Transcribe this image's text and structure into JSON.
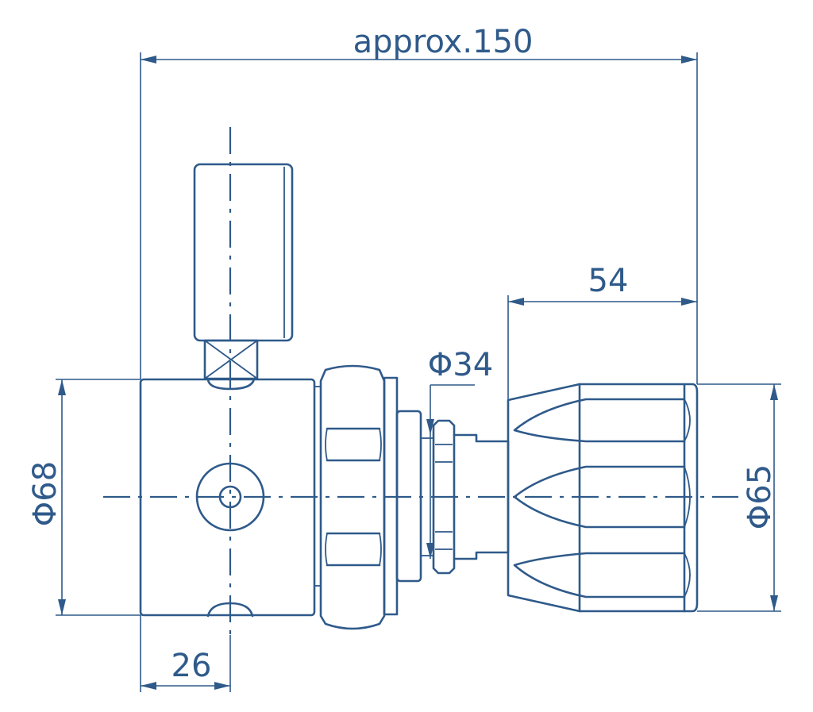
{
  "drawing": {
    "color": "#2f5a8a",
    "dimensions": {
      "overall_length": "approx.150",
      "knob_length": "54",
      "stem_diameter": "Φ34",
      "body_diameter": "Φ68",
      "knob_diameter": "Φ65",
      "port_offset": "26"
    }
  }
}
